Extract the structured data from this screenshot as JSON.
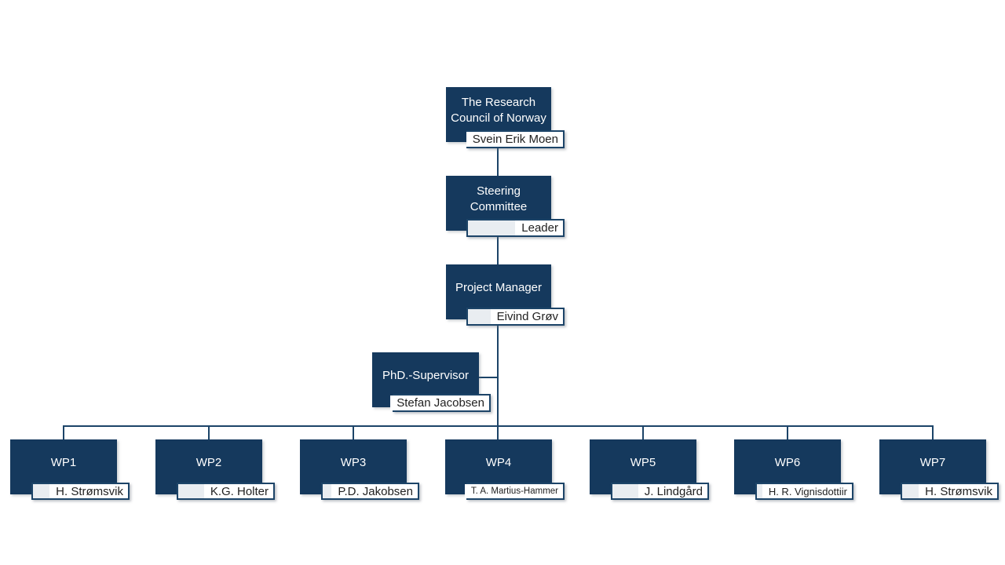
{
  "colors": {
    "box_navy": "#15395d",
    "line_navy": "#1c4468",
    "name_box_fill": "#e9edf1",
    "name_highlight": "#ffffff",
    "title_text": "#ffffff",
    "name_text": "#1f1f1f",
    "background": "#ffffff"
  },
  "org": {
    "rcn": {
      "title_lines": [
        "The Research",
        "Council of Norway"
      ],
      "person": "Svein Erik Moen"
    },
    "steering": {
      "title_lines": [
        "Steering",
        "Committee"
      ],
      "person": "Leader"
    },
    "pm": {
      "title_lines": [
        "Project Manager"
      ],
      "person": "Eivind Grøv"
    },
    "phd": {
      "title_lines": [
        "PhD.-Supervisor"
      ],
      "person": "Stefan Jacobsen"
    }
  },
  "wps": [
    {
      "label": "WP1",
      "person": "H. Strømsvik"
    },
    {
      "label": "WP2",
      "person": "K.G. Holter"
    },
    {
      "label": "WP3",
      "person": "P.D. Jakobsen"
    },
    {
      "label": "WP4",
      "person": "T. A. Martius-Hammer"
    },
    {
      "label": "WP5",
      "person": "J. Lindgård"
    },
    {
      "label": "WP6",
      "person": "H. R. Vignisdottiir"
    },
    {
      "label": "WP7",
      "person": "H. Strømsvik"
    }
  ]
}
